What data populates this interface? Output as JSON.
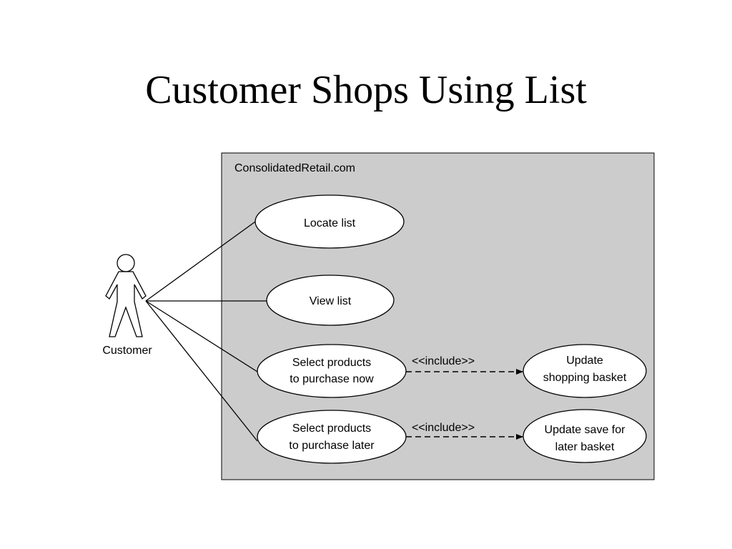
{
  "slide": {
    "title": "Customer Shops Using List"
  },
  "diagram": {
    "system_boundary": {
      "label": "ConsolidatedRetail.com"
    },
    "actor": {
      "label": "Customer"
    },
    "use_cases": {
      "locate_list": {
        "lines": [
          "Locate list"
        ]
      },
      "view_list": {
        "lines": [
          "View list"
        ]
      },
      "select_now": {
        "lines": [
          "Select products",
          "to purchase now"
        ]
      },
      "select_later": {
        "lines": [
          "Select products",
          "to purchase later"
        ]
      },
      "update_basket": {
        "lines": [
          "Update",
          "shopping basket"
        ]
      },
      "update_save": {
        "lines": [
          "Update save for",
          "later basket"
        ]
      }
    },
    "relations": {
      "include_1": {
        "label": "<<include>>"
      },
      "include_2": {
        "label": "<<include>>"
      }
    }
  }
}
